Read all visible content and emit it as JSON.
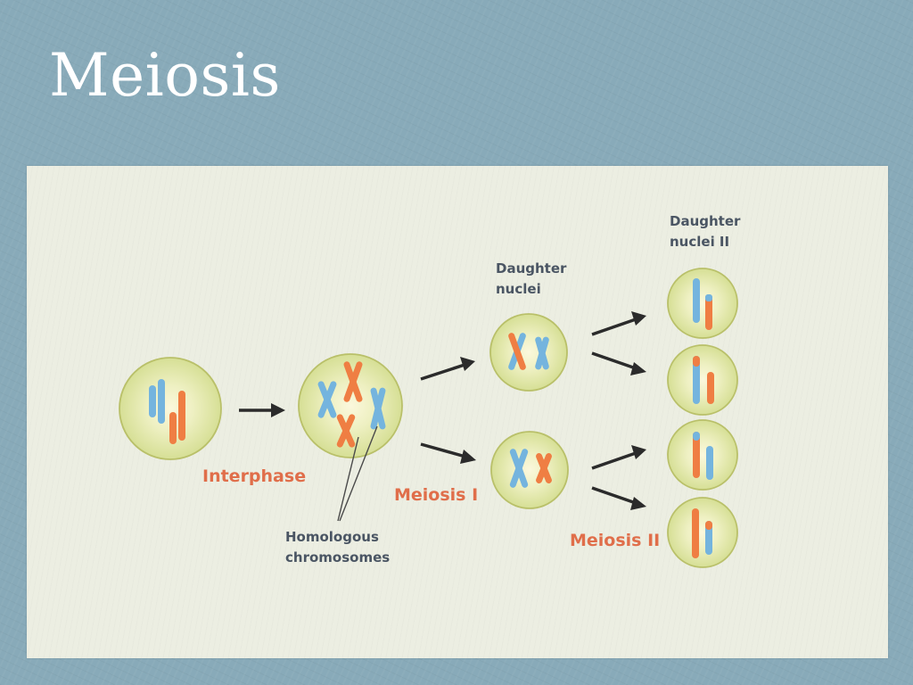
{
  "slide": {
    "title": "Meiosis"
  },
  "diagram": {
    "labels": {
      "interphase": "Interphase",
      "meiosis_1": "Meiosis I",
      "meiosis_2": "Meiosis II",
      "homologous_line1": "Homologous",
      "homologous_line2": "chromosomes",
      "daughter_line1": "Daughter",
      "daughter_line2": "nuclei",
      "daughter2_line1": "Daughter",
      "daughter2_line2": "nuclei II"
    },
    "colors": {
      "slide_background": "#88aab9",
      "panel_background": "#eceee2",
      "cell_fill": "#d9e29a",
      "cell_center": "#fbf8dc",
      "chromosome_blue": "#74b4de",
      "chromosome_orange": "#ef7e43",
      "stage_label": "#e06e4a",
      "annotation_label": "#4a5563",
      "arrow": "#2b2b2b"
    }
  }
}
